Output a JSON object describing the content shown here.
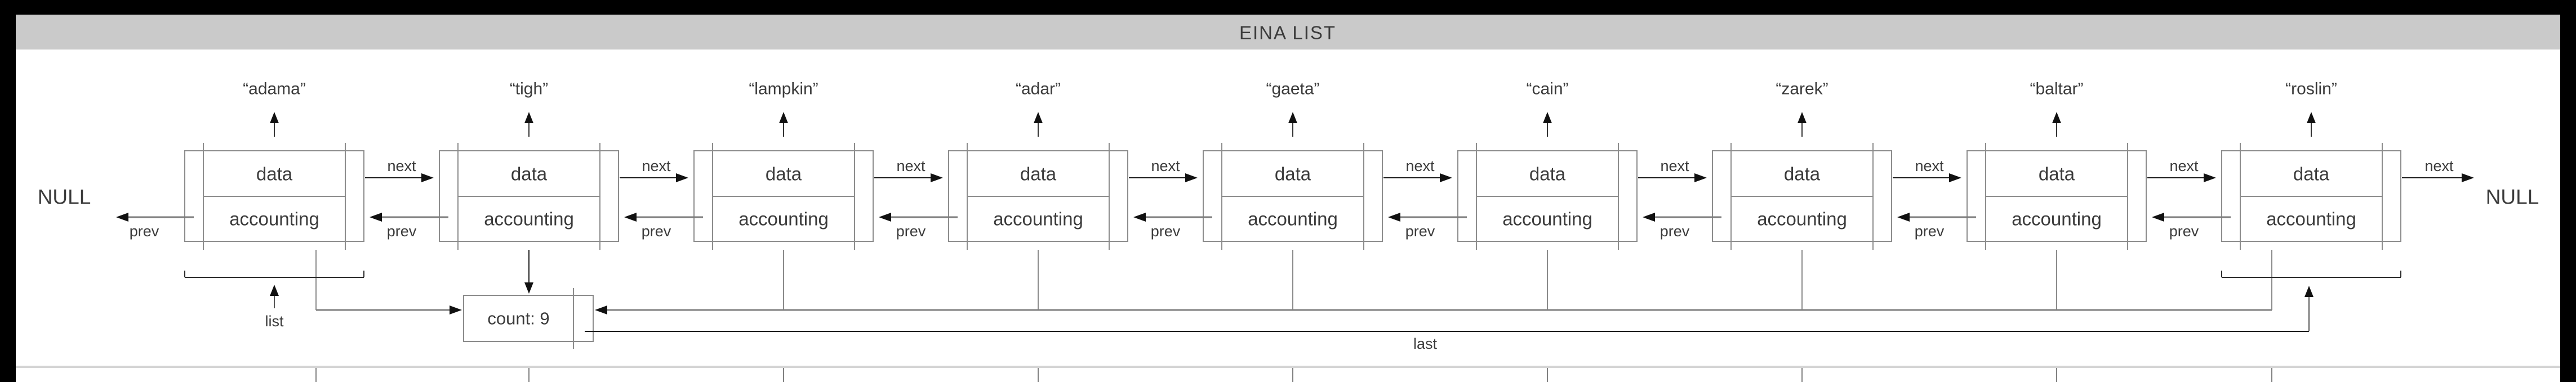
{
  "title": "EINA LIST",
  "nulls": {
    "left": "NULL",
    "right": "NULL"
  },
  "labels": {
    "data": "data",
    "accounting": "accounting",
    "next": "next",
    "prev": "prev",
    "list": "list",
    "last": "last"
  },
  "count_box": {
    "label": "count: 9",
    "value": 9
  },
  "nodes": [
    {
      "name": "“adama”"
    },
    {
      "name": "“tigh”"
    },
    {
      "name": "“lampkin”"
    },
    {
      "name": "“adar”"
    },
    {
      "name": "“gaeta”"
    },
    {
      "name": "“cain”"
    },
    {
      "name": "“zarek”"
    },
    {
      "name": "“baltar”"
    },
    {
      "name": "“roslin”"
    }
  ],
  "colors": {
    "frame": "#000000",
    "title_bg": "#cacaca",
    "title_text": "#3c3c3c",
    "box_stroke": "#8c8c8c",
    "text": "#3b3b3b",
    "label_gray": "#6f6f6f",
    "line_black": "#1a1a1a",
    "line_gray": "#7d7d7d",
    "divider_band": "#d4d4d4",
    "background": "#ffffff"
  }
}
